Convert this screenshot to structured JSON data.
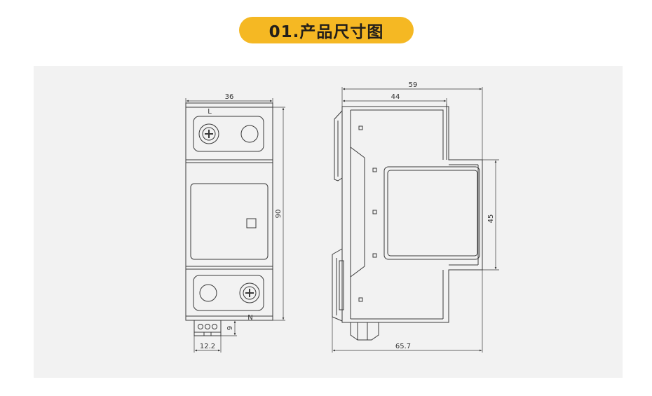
{
  "header": {
    "title": "01.产品尺寸图"
  },
  "front_view": {
    "width_label": "36",
    "height_label": "90",
    "terminal_width_label": "12.2",
    "terminal_height_label": "9",
    "line_terminal_label": "L",
    "neutral_terminal_label": "N"
  },
  "side_view": {
    "total_depth_label": "59",
    "front_depth_label": "44",
    "window_height_label": "45",
    "base_depth_label": "65.7"
  },
  "colors": {
    "accent": "#f5b823",
    "panel": "#f2f2f2",
    "line": "#3a3a3a"
  }
}
